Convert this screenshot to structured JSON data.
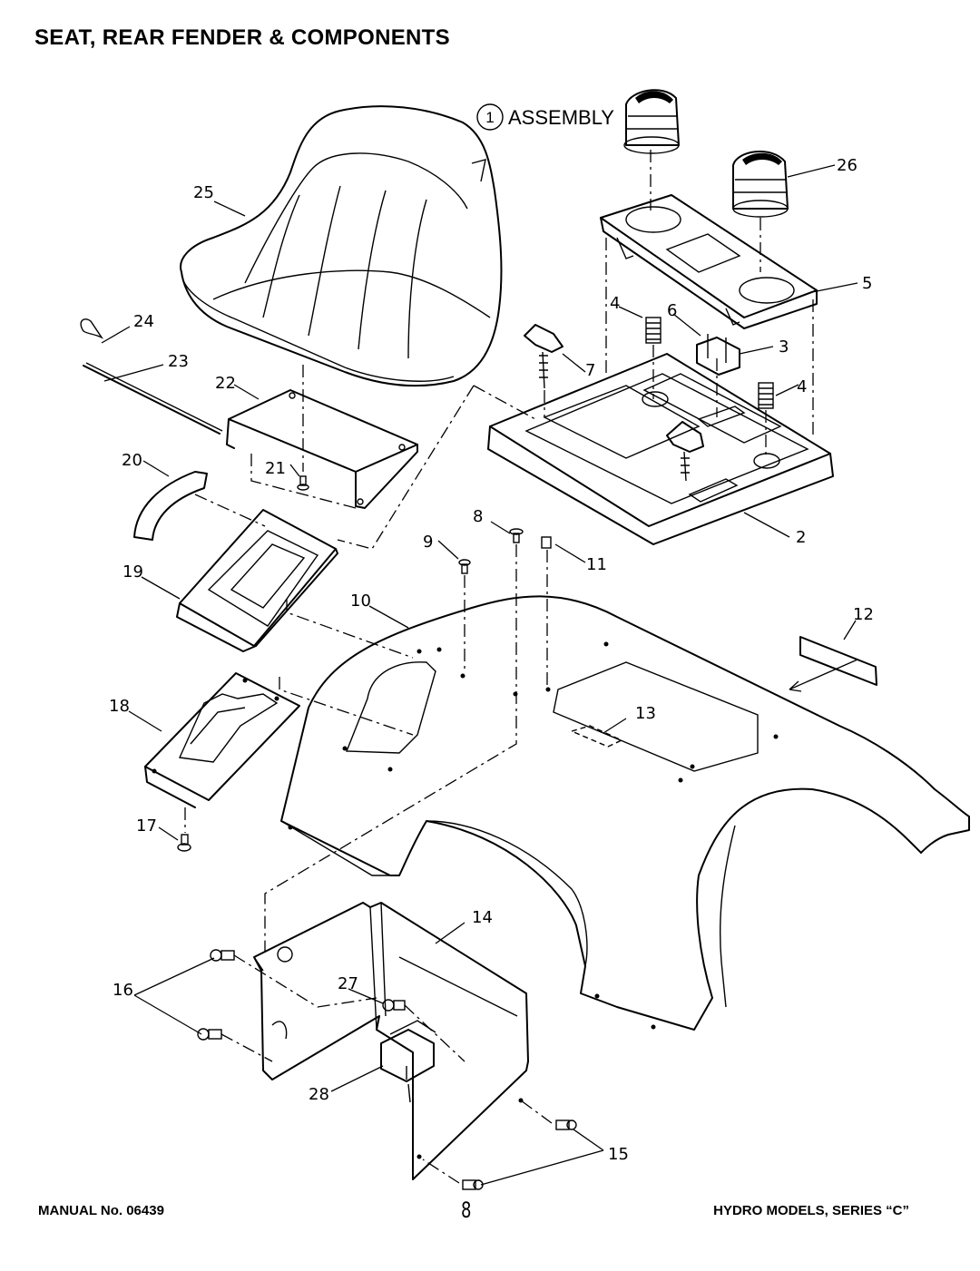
{
  "header": {
    "title": "SEAT, REAR FENDER & COMPONENTS"
  },
  "assembly": {
    "number": "1",
    "label": "ASSEMBLY"
  },
  "callouts": {
    "c2": "2",
    "c3": "3",
    "c4a": "4",
    "c4b": "4",
    "c5": "5",
    "c6": "6",
    "c7": "7",
    "c8": "8",
    "c9": "9",
    "c10": "10",
    "c11": "11",
    "c12": "12",
    "c13": "13",
    "c14": "14",
    "c15": "15",
    "c16": "16",
    "c17": "17",
    "c18": "18",
    "c19": "19",
    "c20": "20",
    "c21": "21",
    "c22": "22",
    "c23": "23",
    "c24": "24",
    "c25": "25",
    "c26": "26",
    "c27": "27",
    "c28": "28"
  },
  "footer": {
    "manual": "MANUAL No. 06439",
    "page": "8",
    "models": "HYDRO MODELS, SERIES “C”"
  }
}
